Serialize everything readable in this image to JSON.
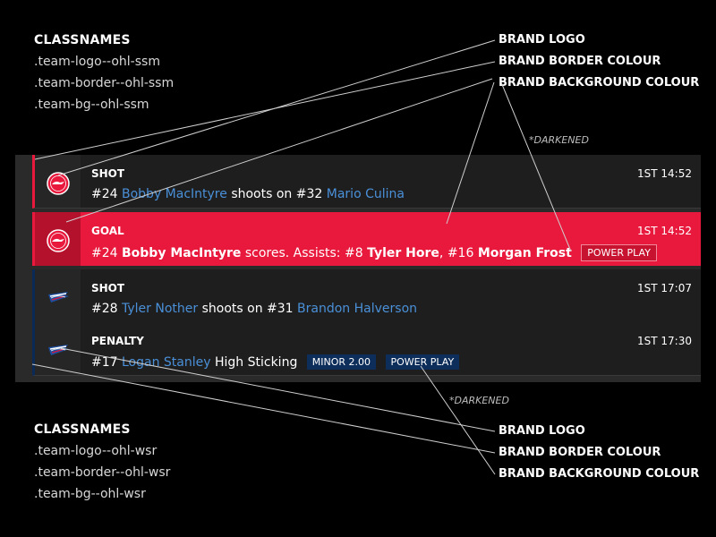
{
  "top_block": {
    "heading": "CLASSNAMES",
    "classnames": [
      ".team-logo--ohl-ssm",
      ".team-border--ohl-ssm",
      ".team-bg--ohl-ssm"
    ],
    "callouts": [
      "BRAND LOGO",
      "BRAND BORDER COLOUR",
      "BRAND BACKGROUND COLOUR"
    ],
    "note": "*DARKENED"
  },
  "bottom_block": {
    "heading": "CLASSNAMES",
    "classnames": [
      ".team-logo--ohl-wsr",
      ".team-border--ohl-wsr",
      ".team-bg--ohl-wsr"
    ],
    "callouts": [
      "BRAND LOGO",
      "BRAND BORDER COLOUR",
      "BRAND BACKGROUND COLOUR"
    ],
    "note": "*DARKENED"
  },
  "feed": {
    "events": [
      {
        "type": "SHOT",
        "time": "1ST 14:52",
        "team": "ohl-ssm",
        "num1": "#24",
        "player1": "Bobby MacIntyre",
        "verb": "shoots on",
        "num2": "#32",
        "player2": "Mario Culina"
      },
      {
        "type": "GOAL",
        "time": "1ST 14:52",
        "team": "ohl-ssm",
        "num1": "#24",
        "scorer": "Bobby MacIntyre",
        "scores_text": "scores. Assists:",
        "assist1_num": "#8",
        "assist1": "Tyler Hore",
        "assist2_num": "#16",
        "assist2": "Morgan Frost",
        "badge": "POWER PLAY"
      },
      {
        "type": "SHOT",
        "time": "1ST 17:07",
        "team": "ohl-wsr",
        "num1": "#28",
        "player1": "Tyler Nother",
        "verb": "shoots on",
        "num2": "#31",
        "player2": "Brandon Halverson"
      },
      {
        "type": "PENALTY",
        "time": "1ST 17:30",
        "team": "ohl-wsr",
        "num1": "#17",
        "player1": "Logan Stanley",
        "infraction": "High Sticking",
        "badge1": "MINOR 2.00",
        "badge2": "POWER PLAY"
      }
    ]
  },
  "colors": {
    "ssm_brand": "#e8193c",
    "ssm_darkened": "#b3112c",
    "wsr_brand": "#0b2a55",
    "link": "#4a90d9"
  },
  "icons": [
    "ssm-greyhounds-logo-icon",
    "windsor-spitfires-logo-icon"
  ]
}
